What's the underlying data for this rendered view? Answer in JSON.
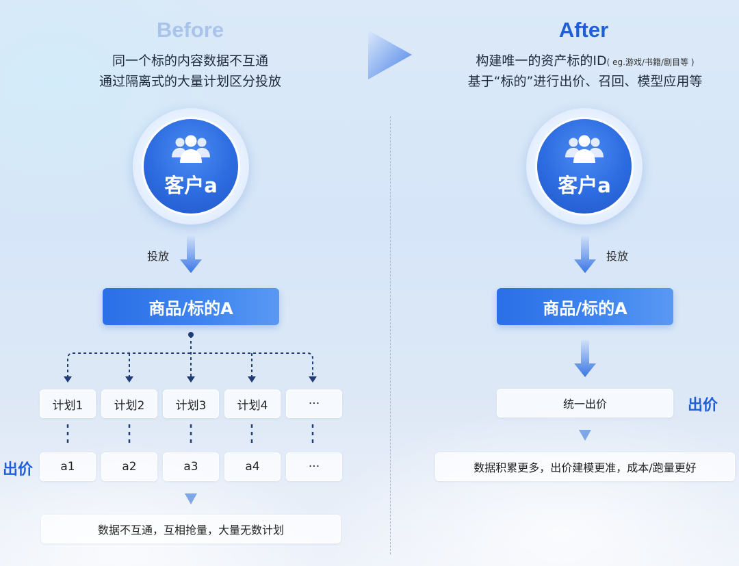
{
  "before": {
    "title": "Before",
    "subtitle_line1": "同一个标的内容数据不互通",
    "subtitle_line2": "通过隔离式的大量计划区分投放",
    "customer_label": "客户a",
    "deliver_label": "投放",
    "product_label": "商品/标的A",
    "plans": [
      "计划1",
      "计划2",
      "计划3",
      "计划4",
      "···"
    ],
    "bids": [
      "a1",
      "a2",
      "a3",
      "a4",
      "···"
    ],
    "bid_label": "出价",
    "result": "数据不互通，互相抢量，大量无数计划"
  },
  "after": {
    "title": "After",
    "subtitle_line1_main": "构建唯一的资产标的ID",
    "subtitle_line1_note": "( eg.游戏/书籍/剧目等 )",
    "subtitle_line2": "基于“标的”进行出价、召回、模型应用等",
    "customer_label": "客户a",
    "deliver_label": "投放",
    "product_label": "商品/标的A",
    "unified_bid": "统一出价",
    "bid_label": "出价",
    "result": "数据积累更多，出价建模更准，成本/跑量更好"
  },
  "colors": {
    "accent_blue": "#2c6be0",
    "before_title": "#a9c3ea",
    "after_title": "#1f5fd6"
  },
  "icons": [
    "people-icon",
    "down-arrow-icon",
    "right-arrow-icon"
  ]
}
